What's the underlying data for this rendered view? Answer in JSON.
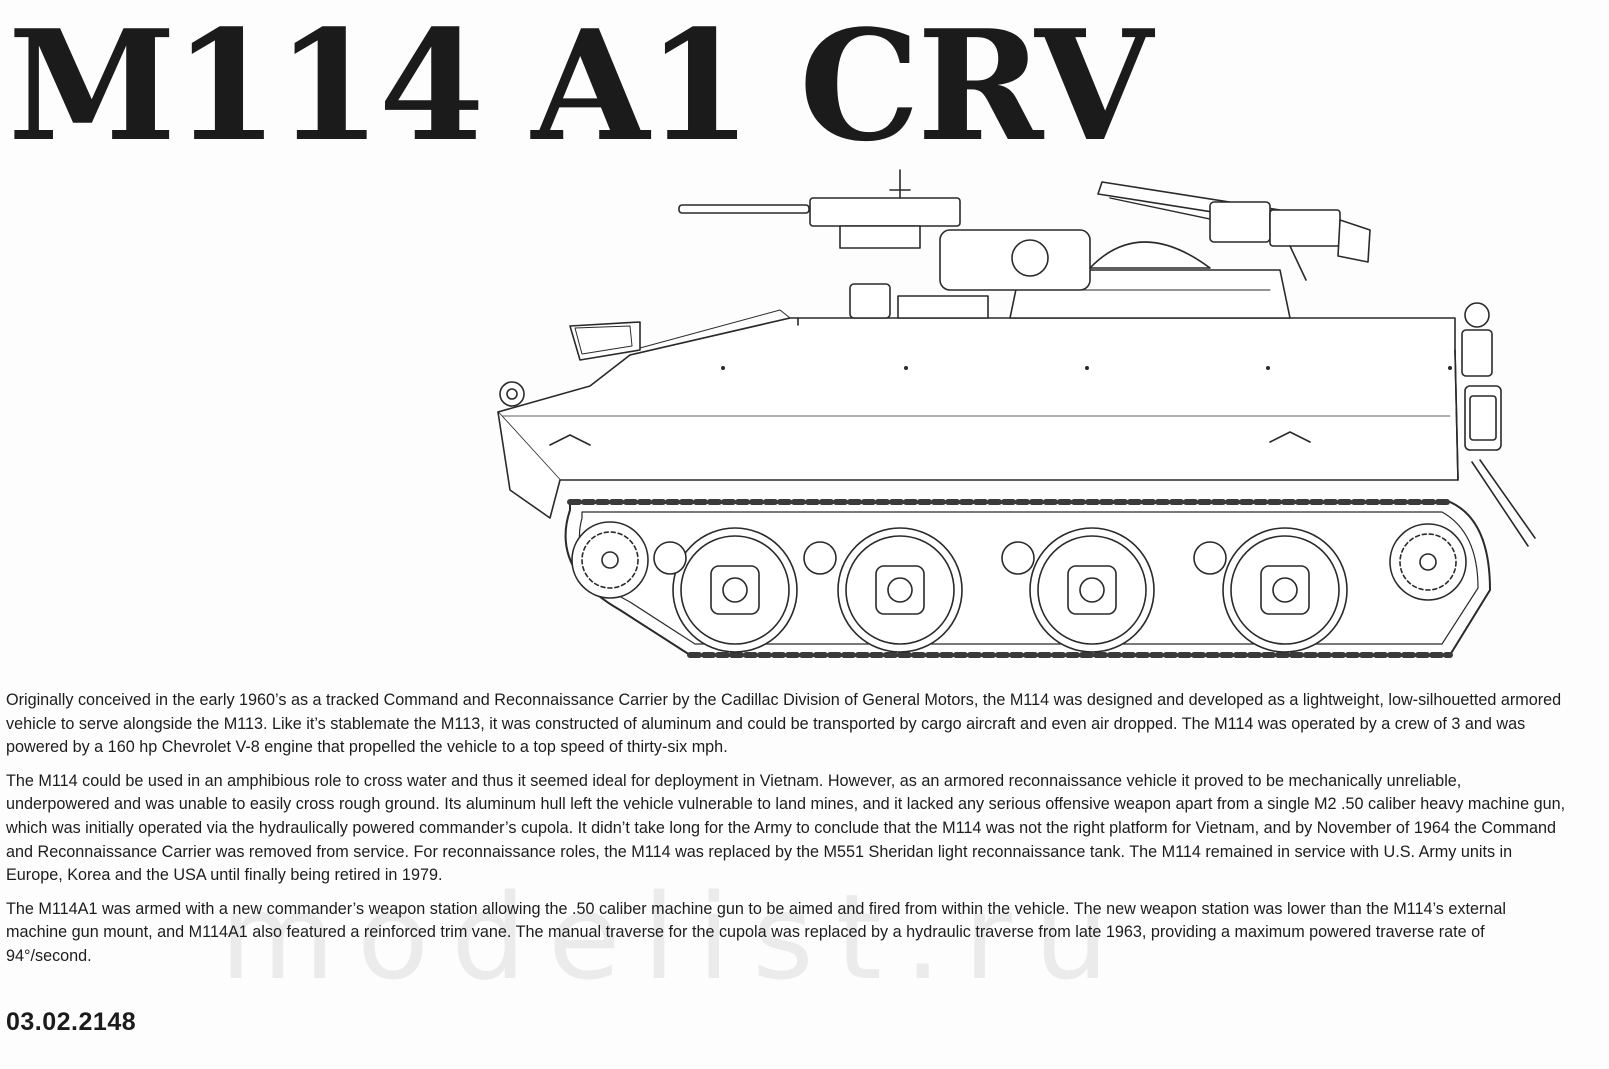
{
  "title": "M114 A1 CRV",
  "paragraphs": [
    "Originally conceived in the early 1960’s as a tracked Command and Reconnaissance Carrier by the Cadillac Division of General Motors, the M114 was designed and developed as a lightweight, low-silhouetted armored vehicle to serve alongside the M113. Like it’s stablemate the M113, it was constructed of aluminum and could be transported by cargo aircraft and even air dropped. The M114 was operated by a crew of 3 and was powered by a 160 hp Chevrolet V-8 engine that propelled the vehicle to a top speed of thirty-six mph.",
    "The M114 could be used in an amphibious role to cross water and thus it seemed ideal for deployment in Vietnam. However, as an armored reconnaissance vehicle it proved to be mechanically unreliable, underpowered and was unable to easily cross rough ground. Its aluminum hull left the vehicle vulnerable to land mines, and it lacked any serious offensive weapon apart from a single M2 .50 caliber heavy machine gun, which was initially operated via the hydraulically powered commander’s cupola. It didn’t take long for the Army to conclude that the M114 was not the right platform for Vietnam, and by November of 1964 the Command and Reconnaissance Carrier was removed from service. For reconnaissance roles, the M114 was replaced by the M551 Sheridan light reconnaissance tank. The M114 remained in service with U.S. Army units in Europe, Korea and the USA until finally being retired in 1979.",
    "The M114A1 was armed with a new commander’s weapon station allowing the .50 caliber machine gun to be aimed and fired from within the vehicle. The new weapon station was lower than the M114’s external machine gun mount, and M114A1 also featured a reinforced trim vane. The manual traverse for the cupola was replaced by a hydraulic traverse from late 1963, providing a maximum powered traverse rate of 94°/second."
  ],
  "watermark": "modelist.ru",
  "code": "03.02.2148"
}
